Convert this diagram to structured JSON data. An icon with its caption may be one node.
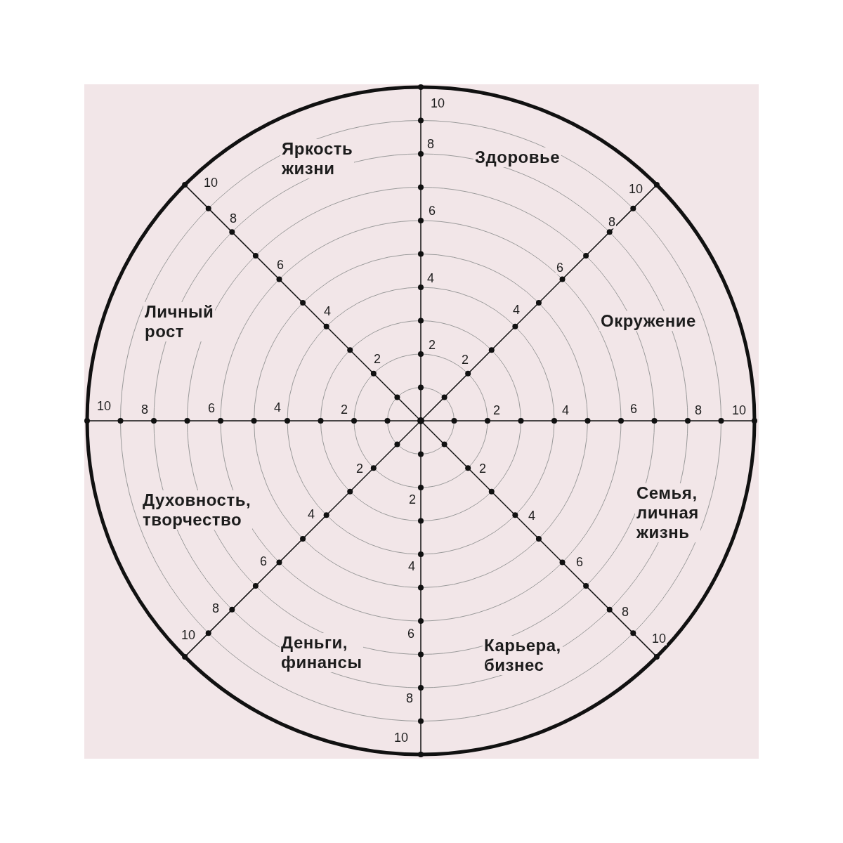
{
  "diagram": {
    "labels": [
      "10",
      "8",
      "Яркость жизни",
      "Здоровье",
      "10",
      "10",
      "6",
      "8",
      "8",
      "6",
      "6",
      "4",
      "Личный рост",
      "4",
      "4",
      "Окружение",
      "2",
      "2",
      "2",
      "10",
      "8",
      "6",
      "4",
      "2",
      "2",
      "4",
      "6",
      "8",
      "10",
      "2",
      "2",
      "2",
      "Духовность, творчество",
      "Семья, личная жизнь",
      "4",
      "4",
      "6",
      "6",
      "4",
      "8",
      "8",
      "10",
      "6",
      "10",
      "Деньги, финансы",
      "Карьера, бизнес",
      "8",
      "10"
    ]
  }
}
